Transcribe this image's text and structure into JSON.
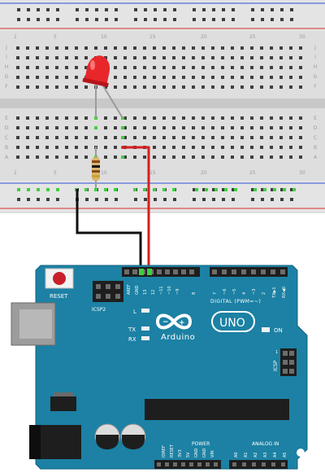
{
  "breadboard": {
    "col_labels": [
      "1",
      "5",
      "10",
      "15",
      "20",
      "25",
      "30"
    ],
    "row_labels_top": [
      "J",
      "I",
      "H",
      "G",
      "F"
    ],
    "row_labels_bottom": [
      "E",
      "D",
      "C",
      "B",
      "A"
    ],
    "rail_top_color": "#2b4fd6",
    "rail_bottom_color": "#d62b2b"
  },
  "components": {
    "led_color": "#e8272a",
    "resistor_color": "#d9b56e",
    "wire_ground_color": "#111111",
    "wire_signal_color": "#d61f1f"
  },
  "arduino": {
    "board_color": "#1c81a4",
    "reset_label": "RESET",
    "icsp2_label": "ICSP2",
    "icsp_label": "ICSP",
    "digital_label": "DIGITAL (PWM=~)",
    "digital_pins": [
      "AREF",
      "GND",
      "13",
      "12",
      "~11",
      "~10",
      "~9",
      "8",
      "7",
      "~6",
      "~5",
      "4",
      "~3",
      "2",
      "TX▶1",
      "RX◀0"
    ],
    "led_labels": [
      "L",
      "TX",
      "RX"
    ],
    "on_label": "ON",
    "brand": "Arduino",
    "model": "UNO",
    "power_label": "POWER",
    "power_pins": [
      "IOREF",
      "RESET",
      "3V3",
      "5V",
      "GND",
      "GND",
      "VIN"
    ],
    "analog_label": "ANALOG IN",
    "analog_pins": [
      "A0",
      "A1",
      "A2",
      "A3",
      "A4",
      "A5"
    ]
  }
}
